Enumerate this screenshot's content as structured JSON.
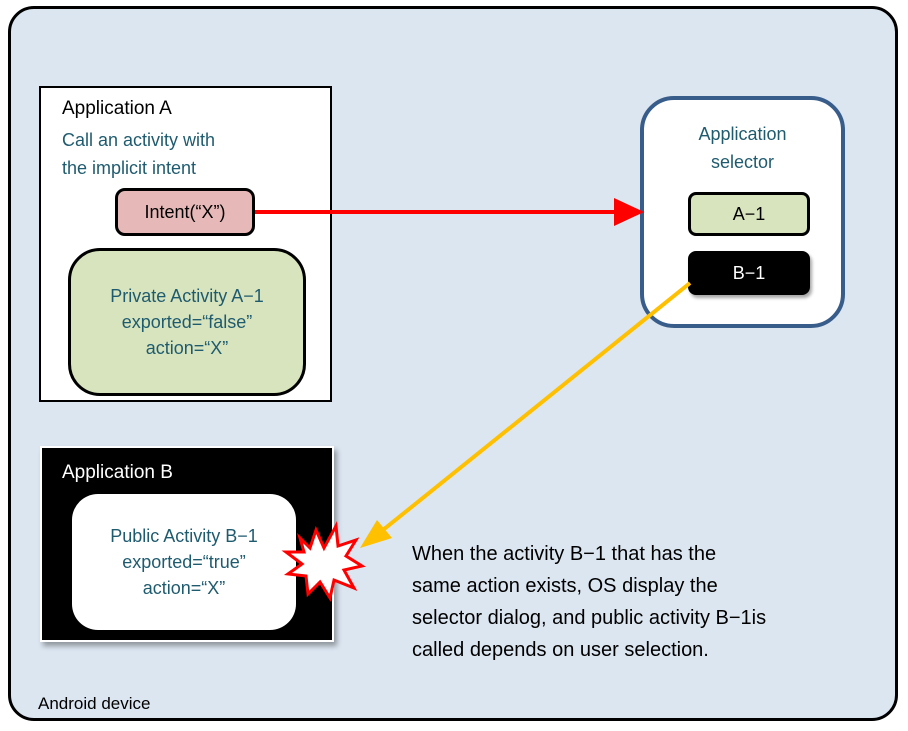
{
  "device": {
    "label": "Android device"
  },
  "app_a": {
    "title": "Application A",
    "description_line1": "Call an activity with",
    "description_line2": "the implicit intent",
    "intent_label": "Intent(“X”)",
    "private_activity": {
      "line1": "Private Activity A−1",
      "line2": "exported=“false”",
      "line3": "action=“X”"
    }
  },
  "selector": {
    "title_line1": "Application",
    "title_line2": "selector",
    "option_a": "A−1",
    "option_b": "B−1"
  },
  "app_b": {
    "title": "Application B",
    "public_activity": {
      "line1": "Public Activity  B−1",
      "line2": "exported=“true”",
      "line3": "action=“X”"
    }
  },
  "note": {
    "line1": "When the activity B−1 that has the",
    "line2": "same action exists, OS display the",
    "line3": "selector dialog, and public activity B−1is",
    "line4": "called depends on user selection."
  },
  "colors": {
    "device_bg": "#dce6f1",
    "intent_box": "#e6b9b8",
    "activity_green": "#d7e4bd",
    "selector_border": "#385d8a",
    "text_teal": "#1f5b6f",
    "arrow_red": "#ff0000",
    "arrow_yellow": "#ffc000"
  }
}
